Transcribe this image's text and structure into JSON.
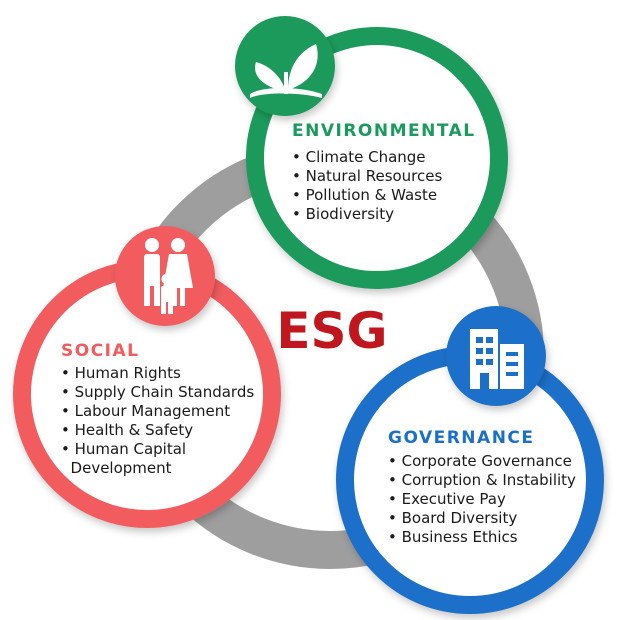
{
  "center": {
    "title": "ESG",
    "color": "#c0171f"
  },
  "colors": {
    "ring": "#9e9e9e",
    "environmental": "#1a9a5c",
    "social": "#f25c5f",
    "governance": "#1c6fc9"
  },
  "pillars": {
    "environmental": {
      "title": "ENVIRONMENTAL",
      "icon": "leaf-icon",
      "items": [
        "• Climate Change",
        "• Natural Resources",
        "• Pollution & Waste",
        "• Biodiversity"
      ]
    },
    "social": {
      "title": "SOCIAL",
      "icon": "family-icon",
      "items": [
        "• Human Rights",
        "• Supply Chain Standards",
        "• Labour Management",
        "• Health & Safety",
        "• Human Capital",
        "  Development"
      ]
    },
    "governance": {
      "title": "GOVERNANCE",
      "icon": "building-icon",
      "items": [
        "• Corporate Governance",
        "• Corruption & Instability",
        "• Executive Pay",
        "• Board Diversity",
        "• Business Ethics"
      ]
    }
  }
}
